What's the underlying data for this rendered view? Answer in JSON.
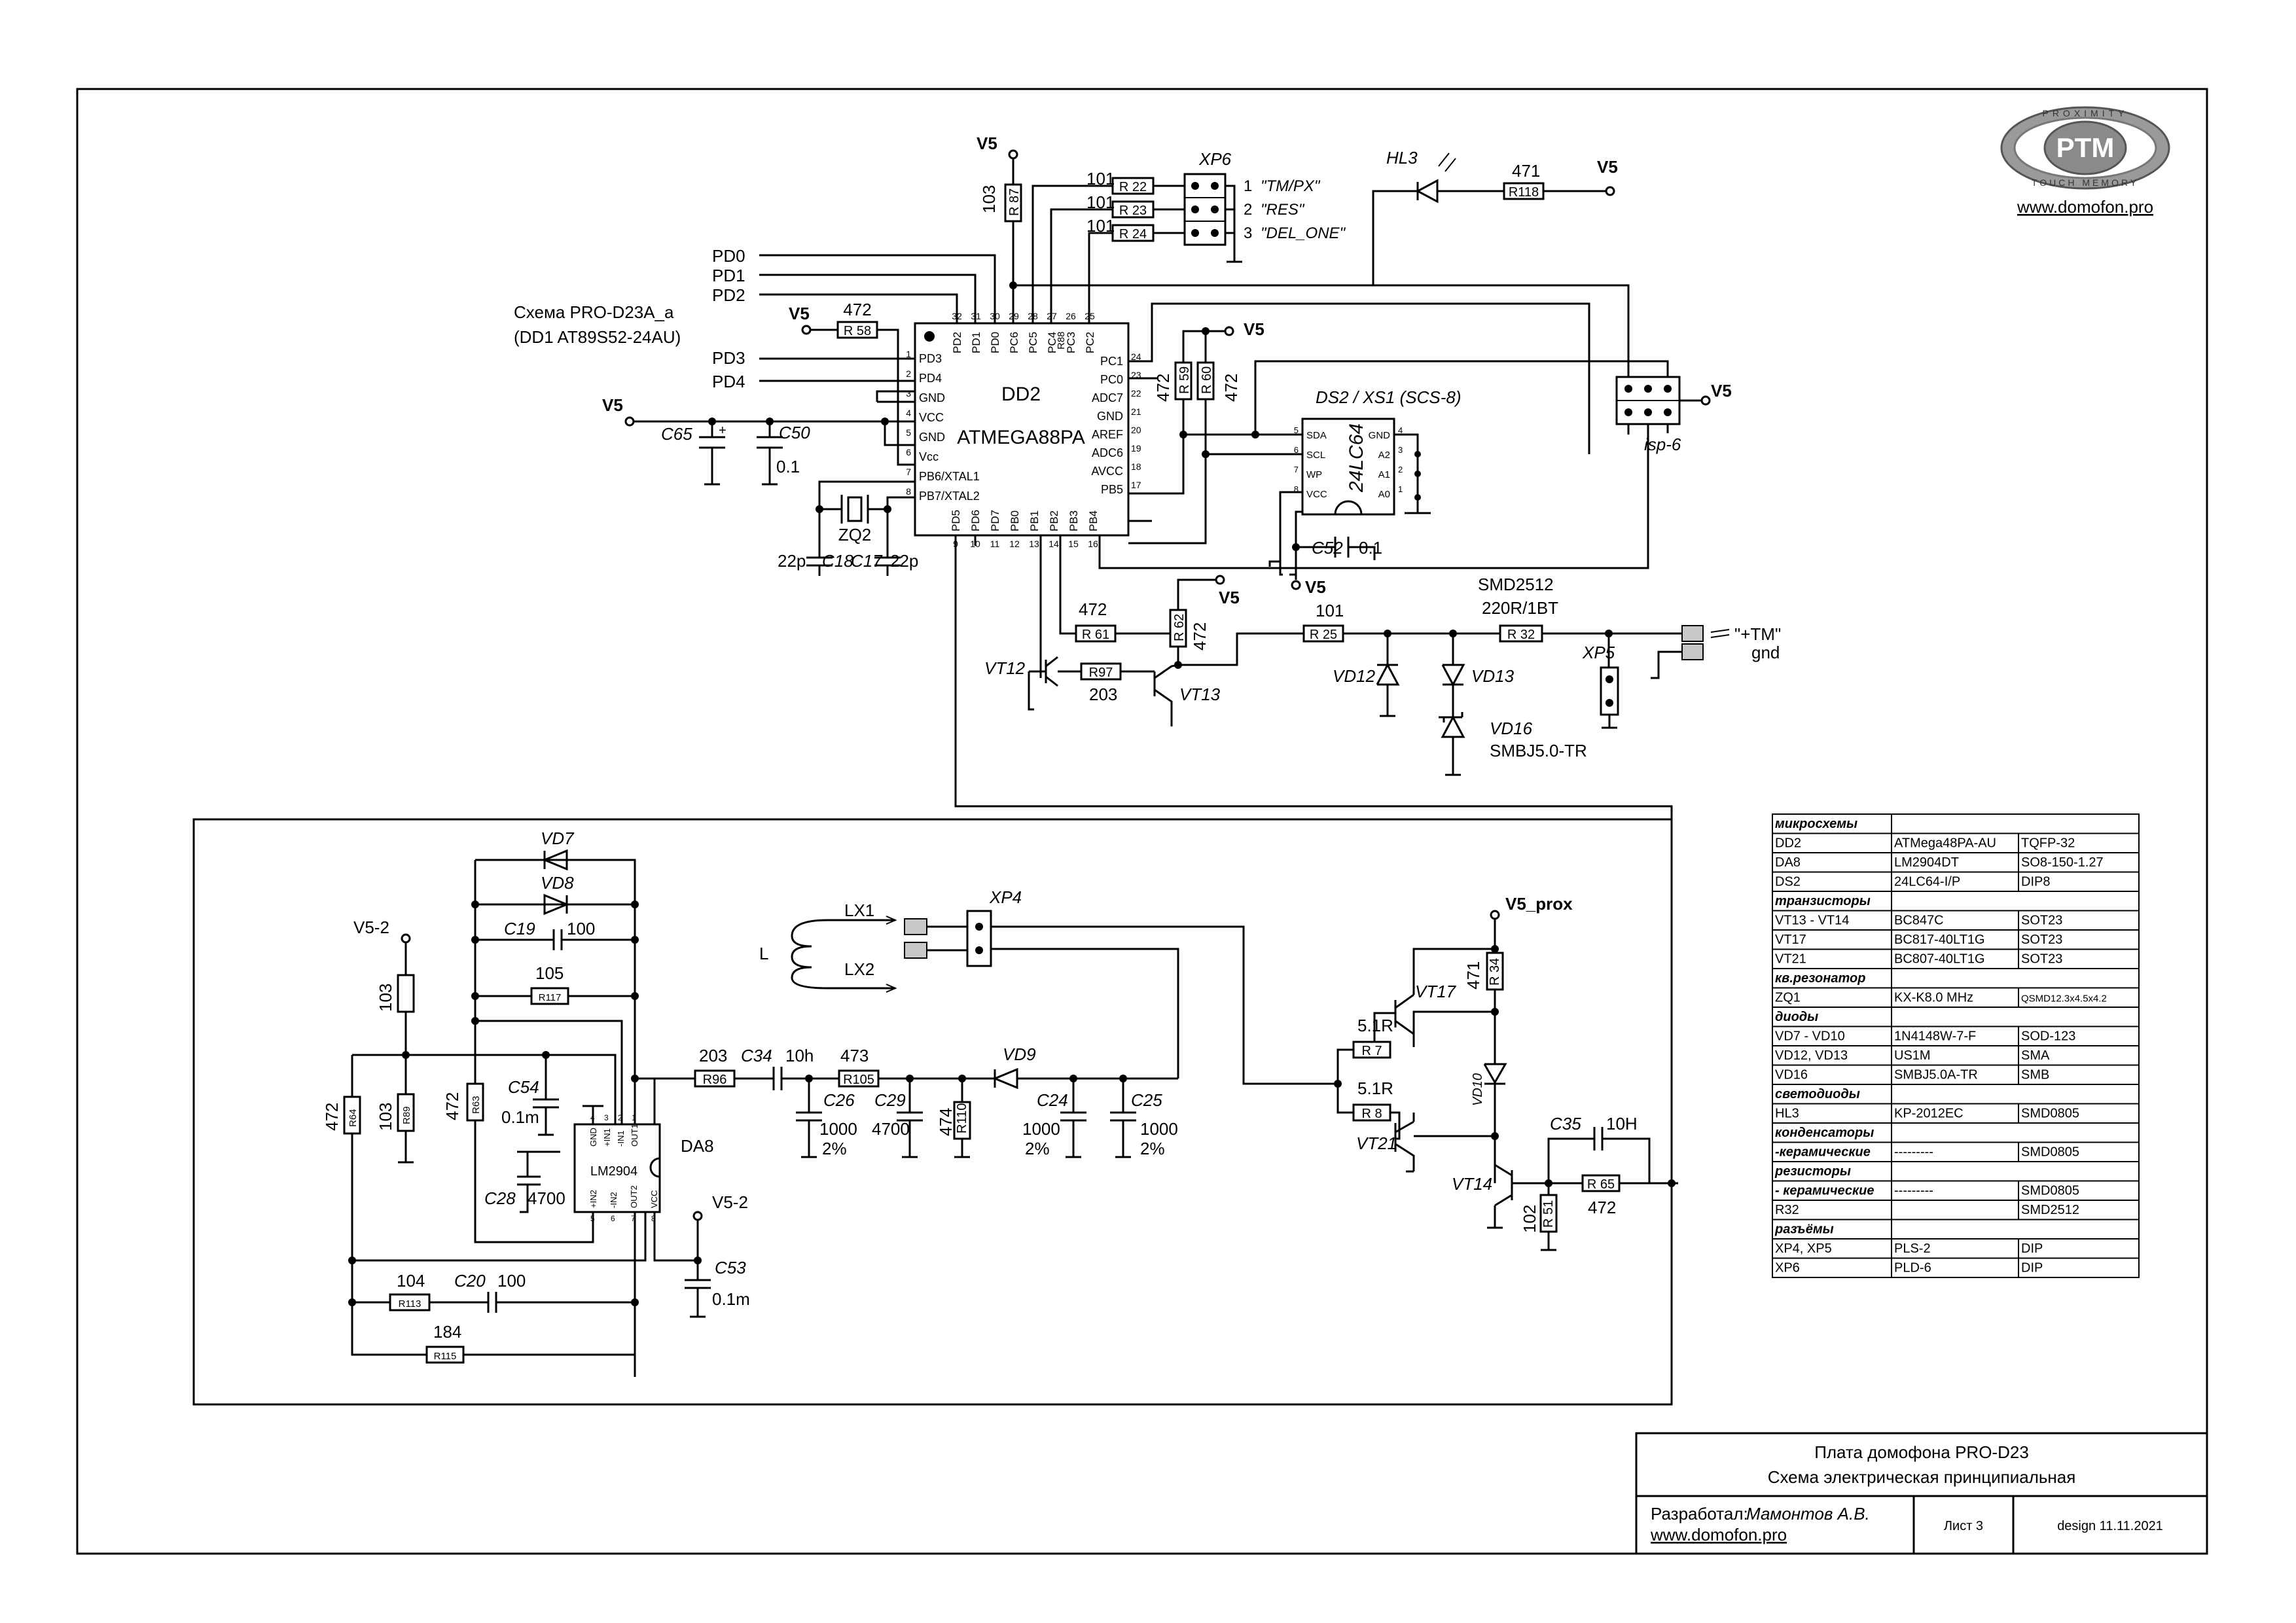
{
  "logo": {
    "text": "PTM",
    "ring_top": "PROXIMITY",
    "ring_bottom": "TOUCH MEMORY",
    "url": "www.domofon.pro"
  },
  "note": {
    "line1": "Схема PRO-D23A_a",
    "line2": "(DD1 AT89S52-24AU)"
  },
  "mcu": {
    "ref": "DD2",
    "part": "ATMEGA88PA",
    "left_pins": [
      {
        "num": "1",
        "name": "PD3"
      },
      {
        "num": "2",
        "name": "PD4"
      },
      {
        "num": "3",
        "name": "GND"
      },
      {
        "num": "4",
        "name": "VCC"
      },
      {
        "num": "5",
        "name": "GND"
      },
      {
        "num": "6",
        "name": "Vcc"
      },
      {
        "num": "7",
        "name": "PB6/XTAL1"
      },
      {
        "num": "8",
        "name": "PB7/XTAL2"
      }
    ],
    "right_pins": [
      {
        "num": "24",
        "name": "PC1"
      },
      {
        "num": "23",
        "name": "PC0"
      },
      {
        "num": "22",
        "name": "ADC7"
      },
      {
        "num": "21",
        "name": "GND"
      },
      {
        "num": "20",
        "name": "AREF"
      },
      {
        "num": "19",
        "name": "ADC6"
      },
      {
        "num": "18",
        "name": "AVCC"
      },
      {
        "num": "17",
        "name": "PB5"
      }
    ],
    "top_pins": [
      {
        "num": "32",
        "name": "PD2"
      },
      {
        "num": "31",
        "name": "PD1"
      },
      {
        "num": "30",
        "name": "PD0"
      },
      {
        "num": "29",
        "name": "PC6"
      },
      {
        "num": "28",
        "name": "PC5"
      },
      {
        "num": "27",
        "name": "PC4"
      },
      {
        "num": "26",
        "name": "PC3"
      },
      {
        "num": "25",
        "name": "PC2"
      }
    ],
    "bottom_pins": [
      {
        "num": "9",
        "name": "PD5"
      },
      {
        "num": "10",
        "name": "PD6"
      },
      {
        "num": "11",
        "name": "PD7"
      },
      {
        "num": "12",
        "name": "PB0"
      },
      {
        "num": "13",
        "name": "PB1"
      },
      {
        "num": "14",
        "name": "PB2"
      },
      {
        "num": "15",
        "name": "PB3"
      },
      {
        "num": "16",
        "name": "PB4"
      }
    ]
  },
  "nets": {
    "pd0": "PD0",
    "pd1": "PD1",
    "pd2": "PD2",
    "pd3": "PD3",
    "pd4": "PD4",
    "v5": "V5",
    "v5_2": "V5-2",
    "v5_prox": "V5_prox",
    "gnd": "gnd",
    "tm": "\"+TM\""
  },
  "xp6": {
    "ref": "XP6",
    "pins": [
      {
        "num": "1",
        "label": "\"TM/PX\""
      },
      {
        "num": "2",
        "label": "\"RES\""
      },
      {
        "num": "3",
        "label": "\"DEL_ONE\""
      }
    ]
  },
  "eeprom": {
    "ref": "DS2 / XS1 (SCS-8)",
    "part": "24LC64",
    "left_pins": [
      {
        "num": "5",
        "name": "SDA"
      },
      {
        "num": "6",
        "name": "SCL"
      },
      {
        "num": "7",
        "name": "WP"
      },
      {
        "num": "8",
        "name": "VCC"
      }
    ],
    "right_pins": [
      {
        "num": "4",
        "name": "GND"
      },
      {
        "num": "3",
        "name": "A2"
      },
      {
        "num": "2",
        "name": "A1"
      },
      {
        "num": "1",
        "name": "A0"
      }
    ]
  },
  "isp": {
    "ref": "isp-6"
  },
  "opamp": {
    "ref": "DA8",
    "part": "LM2904",
    "pins_top": [
      {
        "num": "4",
        "name": "GND"
      },
      {
        "num": "3",
        "name": "+IN1"
      },
      {
        "num": "2",
        "name": "-IN1"
      },
      {
        "num": "1",
        "name": "OUT1"
      }
    ],
    "pins_bottom": [
      {
        "num": "5",
        "name": "+IN2"
      },
      {
        "num": "6",
        "name": "-IN2"
      },
      {
        "num": "7",
        "name": "OUT2"
      },
      {
        "num": "8",
        "name": "VCC"
      }
    ]
  },
  "parts": {
    "r87": {
      "ref": "R 87",
      "val": "103"
    },
    "r22": {
      "ref": "R 22",
      "val": "101"
    },
    "r23": {
      "ref": "R 23",
      "val": "101"
    },
    "r24": {
      "ref": "R 24",
      "val": "101"
    },
    "r58": {
      "ref": "R 58",
      "val": "472"
    },
    "r59": {
      "ref": "R 59",
      "val": "472"
    },
    "r60": {
      "ref": "R 60",
      "val": "472"
    },
    "r118": {
      "ref": "R118",
      "val": "471"
    },
    "hl3": {
      "ref": "HL3"
    },
    "c65": {
      "ref": "C65"
    },
    "c50": {
      "ref": "C50",
      "val": "0.1"
    },
    "zq2": {
      "ref": "ZQ2"
    },
    "c18": {
      "ref": "C18",
      "val": "22p"
    },
    "c17": {
      "ref": "C17",
      "val": "22p"
    },
    "c52": {
      "ref": "C52",
      "val": "0.1"
    },
    "r61": {
      "ref": "R 61",
      "val": "472"
    },
    "r97": {
      "ref": "R97",
      "val": "203"
    },
    "r62": {
      "ref": "R 62",
      "val": "472"
    },
    "r25": {
      "ref": "R 25",
      "val": "101"
    },
    "r32": {
      "ref": "R 32",
      "val1": "SMD2512",
      "val2": "220R/1BT"
    },
    "vt12": {
      "ref": "VT12"
    },
    "vt13": {
      "ref": "VT13"
    },
    "vd12": {
      "ref": "VD12"
    },
    "vd13": {
      "ref": "VD13"
    },
    "vd16": {
      "ref": "VD16",
      "val": "SMBJ5.0-TR"
    },
    "xp5": {
      "ref": "XP5"
    },
    "vd7": {
      "ref": "VD7"
    },
    "vd8": {
      "ref": "VD8"
    },
    "c19": {
      "ref": "C19",
      "val": "100"
    },
    "r117": {
      "ref": "R117",
      "val": "105"
    },
    "r88": {
      "ref": "R88",
      "val": "103"
    },
    "r89": {
      "ref": "R89",
      "val": "103"
    },
    "r64": {
      "ref": "R64",
      "val": "472"
    },
    "r63": {
      "ref": "R63",
      "val": "472"
    },
    "c54": {
      "ref": "C54",
      "val": "0.1m"
    },
    "c28": {
      "ref": "C28",
      "val": "4700"
    },
    "r96": {
      "ref": "R96",
      "val": "203"
    },
    "c34": {
      "ref": "C34",
      "val": "10h"
    },
    "r105": {
      "ref": "R105",
      "val": "473"
    },
    "c26": {
      "ref": "C26",
      "val1": "1000",
      "val2": "2%"
    },
    "c29": {
      "ref": "C29",
      "val": "4700"
    },
    "r110": {
      "ref": "R110",
      "val": "474"
    },
    "vd9": {
      "ref": "VD9"
    },
    "c24": {
      "ref": "C24",
      "val1": "1000",
      "val2": "2%"
    },
    "c25": {
      "ref": "C25",
      "val1": "1000",
      "val2": "2%"
    },
    "c53": {
      "ref": "C53",
      "val": "0.1m"
    },
    "r113": {
      "ref": "R113",
      "val": "104"
    },
    "c20": {
      "ref": "C20",
      "val": "100"
    },
    "r115": {
      "ref": "R115",
      "val": "184"
    },
    "xp4": {
      "ref": "XP4"
    },
    "lx1": {
      "ref": "LX1"
    },
    "lx2": {
      "ref": "LX2"
    },
    "l": {
      "ref": "L"
    },
    "r34": {
      "ref": "R 34",
      "val": "471"
    },
    "vt17": {
      "ref": "VT17"
    },
    "r7": {
      "ref": "R 7",
      "val": "5.1R"
    },
    "r8": {
      "ref": "R 8",
      "val": "5.1R"
    },
    "vt21": {
      "ref": "VT21"
    },
    "vd10": {
      "ref": "VD10"
    },
    "c35": {
      "ref": "C35",
      "val": "10H"
    },
    "vt14": {
      "ref": "VT14"
    },
    "r65": {
      "ref": "R 65",
      "val": "472"
    },
    "r51": {
      "ref": "R 51",
      "val": "102"
    }
  },
  "bom": {
    "rows": [
      {
        "kind": "section",
        "c1": "микросхемы"
      },
      {
        "kind": "row",
        "c1": "DD2",
        "c2": "ATMega48PA-AU",
        "c3": "TQFP-32"
      },
      {
        "kind": "row",
        "c1": "DA8",
        "c2": "LM2904DT",
        "c3": "SO8-150-1.27"
      },
      {
        "kind": "row",
        "c1": "DS2",
        "c2": "24LC64-I/P",
        "c3": "DIP8"
      },
      {
        "kind": "section",
        "c1": "транзисторы"
      },
      {
        "kind": "row",
        "c1": "VT13 - VT14",
        "c2": "BC847C",
        "c3": "SOT23"
      },
      {
        "kind": "row",
        "c1": "VT17",
        "c2": "BC817-40LT1G",
        "c3": "SOT23"
      },
      {
        "kind": "row",
        "c1": "VT21",
        "c2": "BC807-40LT1G",
        "c3": "SOT23"
      },
      {
        "kind": "section",
        "c1": "кв.резонатор"
      },
      {
        "kind": "row",
        "c1": "ZQ1",
        "c2": "KX-K8.0 MHz",
        "c3": "QSMD12.3x4.5x4.2"
      },
      {
        "kind": "section",
        "c1": "диоды"
      },
      {
        "kind": "row",
        "c1": "VD7 - VD10",
        "c2": "1N4148W-7-F",
        "c3": "SOD-123"
      },
      {
        "kind": "row",
        "c1": "VD12, VD13",
        "c2": "US1M",
        "c3": "SMA"
      },
      {
        "kind": "row",
        "c1": "VD16",
        "c2": "SMBJ5.0A-TR",
        "c3": "SMB"
      },
      {
        "kind": "section",
        "c1": "светодиоды"
      },
      {
        "kind": "row",
        "c1": "HL3",
        "c2": "KP-2012EC",
        "c3": "SMD0805"
      },
      {
        "kind": "section",
        "c1": "конденсаторы"
      },
      {
        "kind": "row",
        "c1": "-керамические",
        "c2": "---------",
        "c3": "SMD0805",
        "italic": true
      },
      {
        "kind": "section",
        "c1": "резисторы"
      },
      {
        "kind": "row",
        "c1": "- керамические",
        "c2": "---------",
        "c3": "SMD0805",
        "italic": true
      },
      {
        "kind": "row",
        "c1": "R32",
        "c2": "",
        "c3": "SMD2512"
      },
      {
        "kind": "section",
        "c1": "разъёмы"
      },
      {
        "kind": "row",
        "c1": "XP4, XP5",
        "c2": "PLS-2",
        "c3": "DIP"
      },
      {
        "kind": "row",
        "c1": "XP6",
        "c2": "PLD-6",
        "c3": "DIP"
      }
    ]
  },
  "titleblock": {
    "title": "Плата домофона  PRO-D23",
    "subtitle": "Схема электрическая принципиальная",
    "developer_label": "Разработал:",
    "developer": "Мамонтов А.В.",
    "url": "www.domofon.pro",
    "sheet": "Лист 3",
    "design": "design 11.11.2021"
  }
}
